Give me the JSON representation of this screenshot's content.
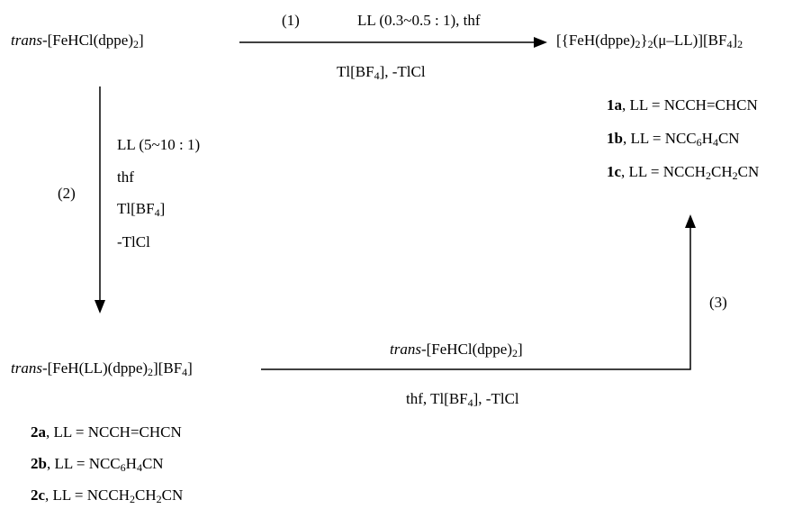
{
  "start": {
    "prefix": "trans",
    "rest": "-[FeHCl(dppe)",
    "sub": "2",
    "close": "]"
  },
  "product1": {
    "a": "[{FeH(dppe)",
    "s1": "2",
    "b": "}",
    "s2": "2",
    "c": "(μ–LL)][BF",
    "s3": "4",
    "d": "]",
    "s4": "2"
  },
  "step1": {
    "number": "(1)",
    "above": "LL (0.3~0.5 : 1), thf",
    "below_a": "Tl[BF",
    "below_sub": "4",
    "below_b": "], -TlCl"
  },
  "list1": [
    {
      "id": "1a",
      "pre": ", LL = NCCH=CHCN",
      "sub": "",
      "mid": "",
      "sub2": "",
      "post": ""
    },
    {
      "id": "1b",
      "pre": ", LL = NCC",
      "sub": "6",
      "mid": "H",
      "sub2": "4",
      "post": "CN"
    },
    {
      "id": "1c",
      "pre": ", LL = NCCH",
      "sub": "2",
      "mid": "CH",
      "sub2": "2",
      "post": "CN"
    }
  ],
  "step2": {
    "number": "(2)",
    "line1": "LL (5~10 : 1)",
    "line2": "thf",
    "line3_a": "Tl[BF",
    "line3_sub": "4",
    "line3_b": "]",
    "line4": "-TlCl"
  },
  "intermediate": {
    "prefix": "trans",
    "a": "-[FeH(LL)(dppe)",
    "s1": "2",
    "b": "][BF",
    "s2": "4",
    "c": "]"
  },
  "step3": {
    "number": "(3)",
    "above_prefix": "trans",
    "above_a": "-[FeHCl(dppe)",
    "above_sub": "2",
    "above_b": "]",
    "below_a": "thf, Tl[BF",
    "below_sub": "4",
    "below_b": "], -TlCl"
  },
  "list2": [
    {
      "id": "2a",
      "pre": ", LL = NCCH=CHCN",
      "sub": "",
      "mid": "",
      "sub2": "",
      "post": ""
    },
    {
      "id": "2b",
      "pre": ", LL = NCC",
      "sub": "6",
      "mid": "H",
      "sub2": "4",
      "post": "CN"
    },
    {
      "id": "2c",
      "pre": ", LL = NCCH",
      "sub": "2",
      "mid": "CH",
      "sub2": "2",
      "post": "CN"
    }
  ]
}
